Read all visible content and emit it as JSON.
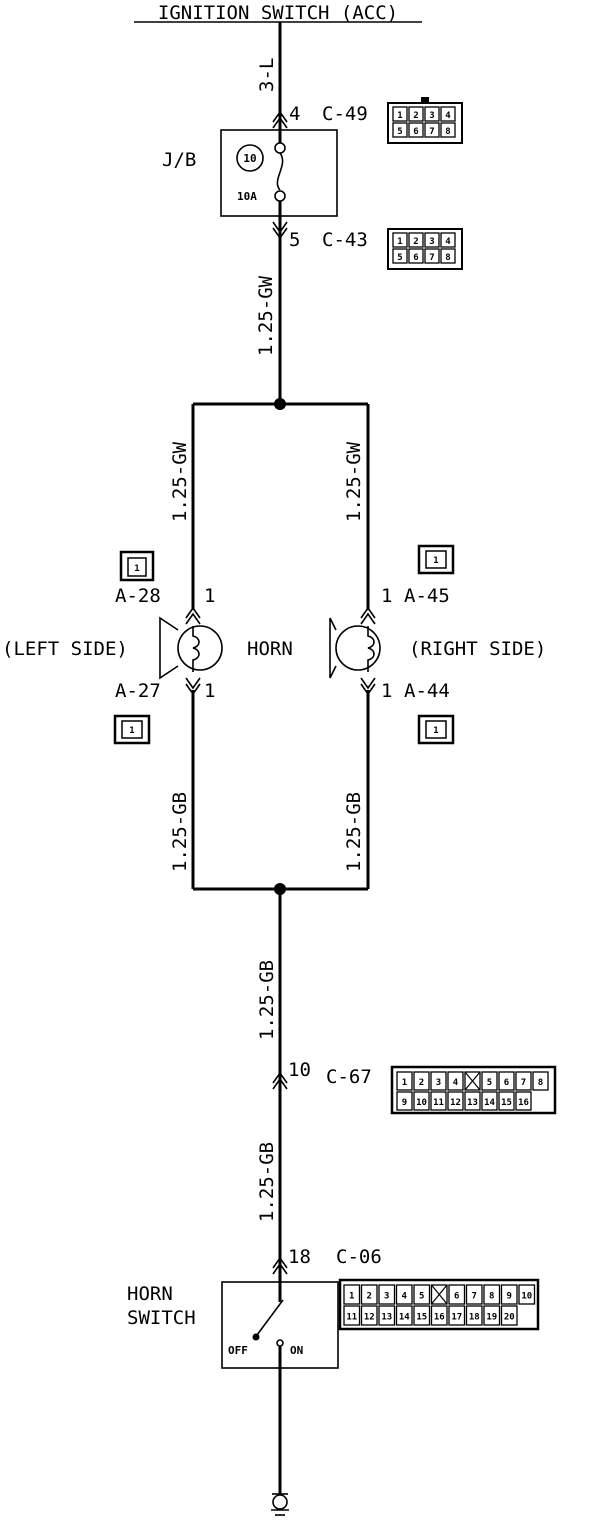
{
  "source": {
    "label": "IGNITION SWITCH (ACC)"
  },
  "wires": {
    "top": "3-L",
    "feed": "1.25-GW",
    "left_upper": "1.25-GW",
    "right_upper": "1.25-GW",
    "left_lower": "1.25-GB",
    "right_lower": "1.25-GB",
    "mid_lower": "1.25-GB",
    "bottom": "1.25-GB"
  },
  "junction_block": {
    "label": "J/B",
    "fuse_number": "10",
    "fuse_rating": "10A"
  },
  "connectors": {
    "c49": {
      "name": "C-49",
      "pin": "4",
      "cells": [
        "1",
        "2",
        "3",
        "4",
        "5",
        "6",
        "7",
        "8"
      ]
    },
    "c43": {
      "name": "C-43",
      "pin": "5",
      "cells": [
        "1",
        "2",
        "3",
        "4",
        "5",
        "6",
        "7",
        "8"
      ]
    },
    "a28": {
      "name": "A-28",
      "pin": "1",
      "cells": [
        "1"
      ]
    },
    "a27": {
      "name": "A-27",
      "pin": "1",
      "cells": [
        "1"
      ]
    },
    "a45": {
      "name": "A-45",
      "pin": "1",
      "cells": [
        "1"
      ]
    },
    "a44": {
      "name": "A-44",
      "pin": "1",
      "cells": [
        "1"
      ]
    },
    "c67": {
      "name": "C-67",
      "pin": "10",
      "cells": [
        "1",
        "2",
        "3",
        "4",
        "",
        "5",
        "6",
        "7",
        "8",
        "9",
        "10",
        "11",
        "12",
        "13",
        "14",
        "15",
        "16"
      ]
    },
    "c06": {
      "name": "C-06",
      "pin": "18",
      "cells": [
        "1",
        "2",
        "3",
        "4",
        "5",
        "",
        "6",
        "7",
        "8",
        "9",
        "10",
        "11",
        "12",
        "13",
        "14",
        "15",
        "16",
        "17",
        "18",
        "19",
        "20"
      ]
    }
  },
  "horns": {
    "label": "HORN",
    "left": "(LEFT SIDE)",
    "right": "(RIGHT SIDE)"
  },
  "horn_switch": {
    "label_line1": "HORN",
    "label_line2": "SWITCH",
    "off": "OFF",
    "on": "ON"
  }
}
